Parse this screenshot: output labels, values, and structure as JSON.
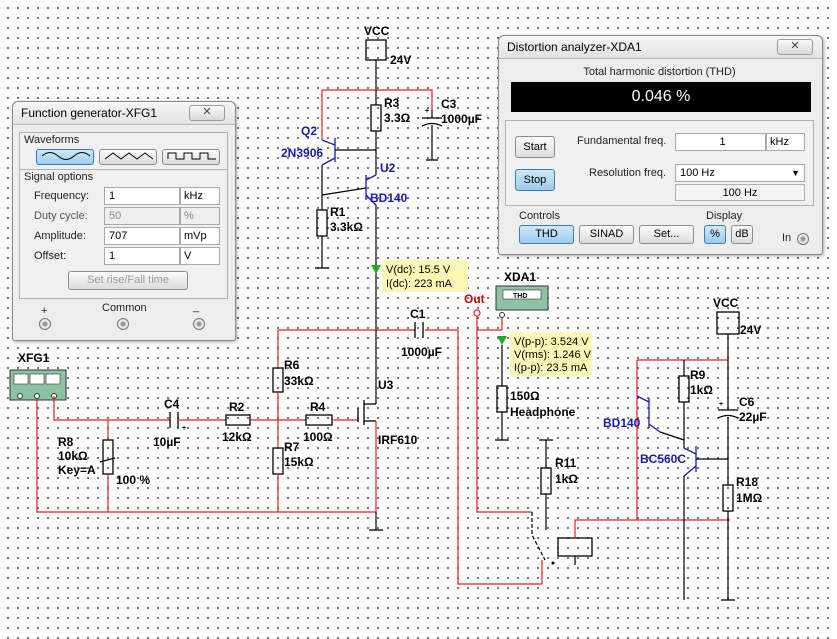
{
  "function_generator": {
    "title": "Function generator-XFG1",
    "waveforms_label": "Waveforms",
    "signal_options_label": "Signal options",
    "rows": [
      {
        "label": "Frequency:",
        "value": "1",
        "unit": "kHz",
        "enabled": true
      },
      {
        "label": "Duty cycle:",
        "value": "50",
        "unit": "%",
        "enabled": false
      },
      {
        "label": "Amplitude:",
        "value": "707",
        "unit": "mVp",
        "enabled": true
      },
      {
        "label": "Offset:",
        "value": "1",
        "unit": "V",
        "enabled": true
      }
    ],
    "rise_fall_button": "Set rise/Fall time",
    "terminal_plus": "+",
    "terminal_common": "Common",
    "terminal_minus": "_"
  },
  "distortion_analyzer": {
    "title": "Distortion analyzer-XDA1",
    "thd_header": "Total harmonic distortion (THD)",
    "thd_value": "0.046 %",
    "start_button": "Start",
    "stop_button": "Stop",
    "fundamental_label": "Fundamental freq.",
    "fundamental_value": "1",
    "fundamental_unit": "kHz",
    "resolution_label": "Resolution freq.",
    "resolution_value": "100 Hz",
    "resolution_readout": "100 Hz",
    "controls_label": "Controls",
    "thd_button": "THD",
    "sinad_button": "SINAD",
    "set_button": "Set...",
    "display_label": "Display",
    "percent_button": "%",
    "db_button": "dB",
    "in_label": "In"
  },
  "schematic": {
    "vcc_top": "VCC",
    "vcc_top_value": "24V",
    "r3": "R3",
    "r3_value": "3.3Ω",
    "c3": "C3",
    "c3_value": "1000µF",
    "q2": "Q2",
    "q2_part": "2N3906",
    "u2": "U2",
    "u2_part": "BD140",
    "r1": "R1",
    "r1_value": "3.3kΩ",
    "probe1_line1": "V(dc): 15.5 V",
    "probe1_line2": "I(dc): 223 mA",
    "xda1": "XDA1",
    "xda1_thd": "THD",
    "out_label": "Out",
    "c1": "C1",
    "c1_value": "1000µF",
    "r6": "R6",
    "r6_value": "33kΩ",
    "r4": "R4",
    "r4_value": "100Ω",
    "r2": "R2",
    "r2_value": "12kΩ",
    "r7": "R7",
    "r7_value": "15kΩ",
    "c4": "C4",
    "c4_value": "10µF",
    "u3": "U3",
    "u3_part": "IRF610",
    "xfg1": "XFG1",
    "r8": "R8",
    "r8_value": "10kΩ",
    "r8_key": "Key=A",
    "r8_percent": "100 %",
    "probe2_line1": "V(p-p): 3.524 V",
    "probe2_line2": "V(rms): 1.246 V",
    "probe2_line3": "I(p-p): 23.5 mA",
    "headphone_value": "150Ω",
    "headphone_label": "Headphone",
    "r11": "R11",
    "r11_value": "1kΩ",
    "vcc_right": "VCC",
    "vcc_right_value": "24V",
    "r9": "R9",
    "r9_value": "1kΩ",
    "c6": "C6",
    "c6_value": "22µF",
    "bd140_right": "BD140",
    "bc560c": "BC560C",
    "r18": "R18",
    "r18_value": "1MΩ"
  }
}
